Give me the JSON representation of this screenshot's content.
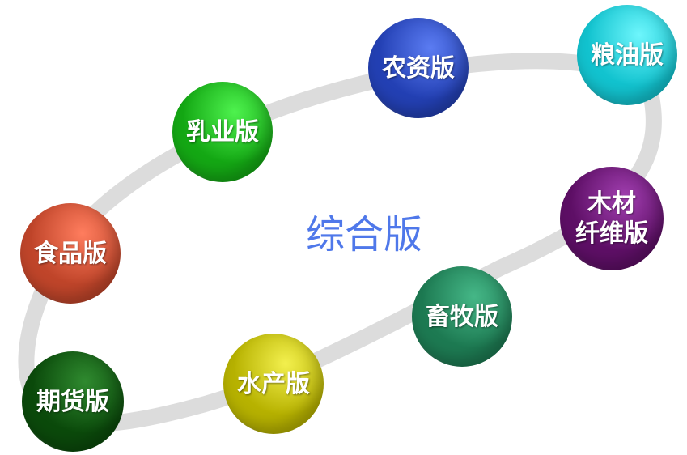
{
  "diagram": {
    "center_label": "综合版",
    "center_color": "#4f78ea",
    "ring_color": "#dcdcdc",
    "nodes": [
      {
        "id": "food",
        "label": "食品版",
        "lines": [
          "食品版"
        ],
        "color": "#c0452a",
        "highlight": "#ff7d5e"
      },
      {
        "id": "dairy",
        "label": "乳业版",
        "lines": [
          "乳业版"
        ],
        "color": "#14a814",
        "highlight": "#4ef24e"
      },
      {
        "id": "agri",
        "label": "农资版",
        "lines": [
          "农资版"
        ],
        "color": "#2340b4",
        "highlight": "#5b7cf2"
      },
      {
        "id": "grain-oil",
        "label": "粮油版",
        "lines": [
          "粮油版"
        ],
        "color": "#12c3cf",
        "highlight": "#6ef6fc"
      },
      {
        "id": "wood-fiber",
        "label": "木材纤维版",
        "lines": [
          "木材",
          "纤维版"
        ],
        "color": "#5e0f66",
        "highlight": "#a13fb0"
      },
      {
        "id": "livestock",
        "label": "畜牧版",
        "lines": [
          "畜牧版"
        ],
        "color": "#1d7a52",
        "highlight": "#45b787"
      },
      {
        "id": "aquatic",
        "label": "水产版",
        "lines": [
          "水产版"
        ],
        "color": "#b7b200",
        "highlight": "#f3f04e"
      },
      {
        "id": "futures",
        "label": "期货版",
        "lines": [
          "期货版"
        ],
        "color": "#0b4a0b",
        "highlight": "#2f8a2f"
      }
    ]
  }
}
